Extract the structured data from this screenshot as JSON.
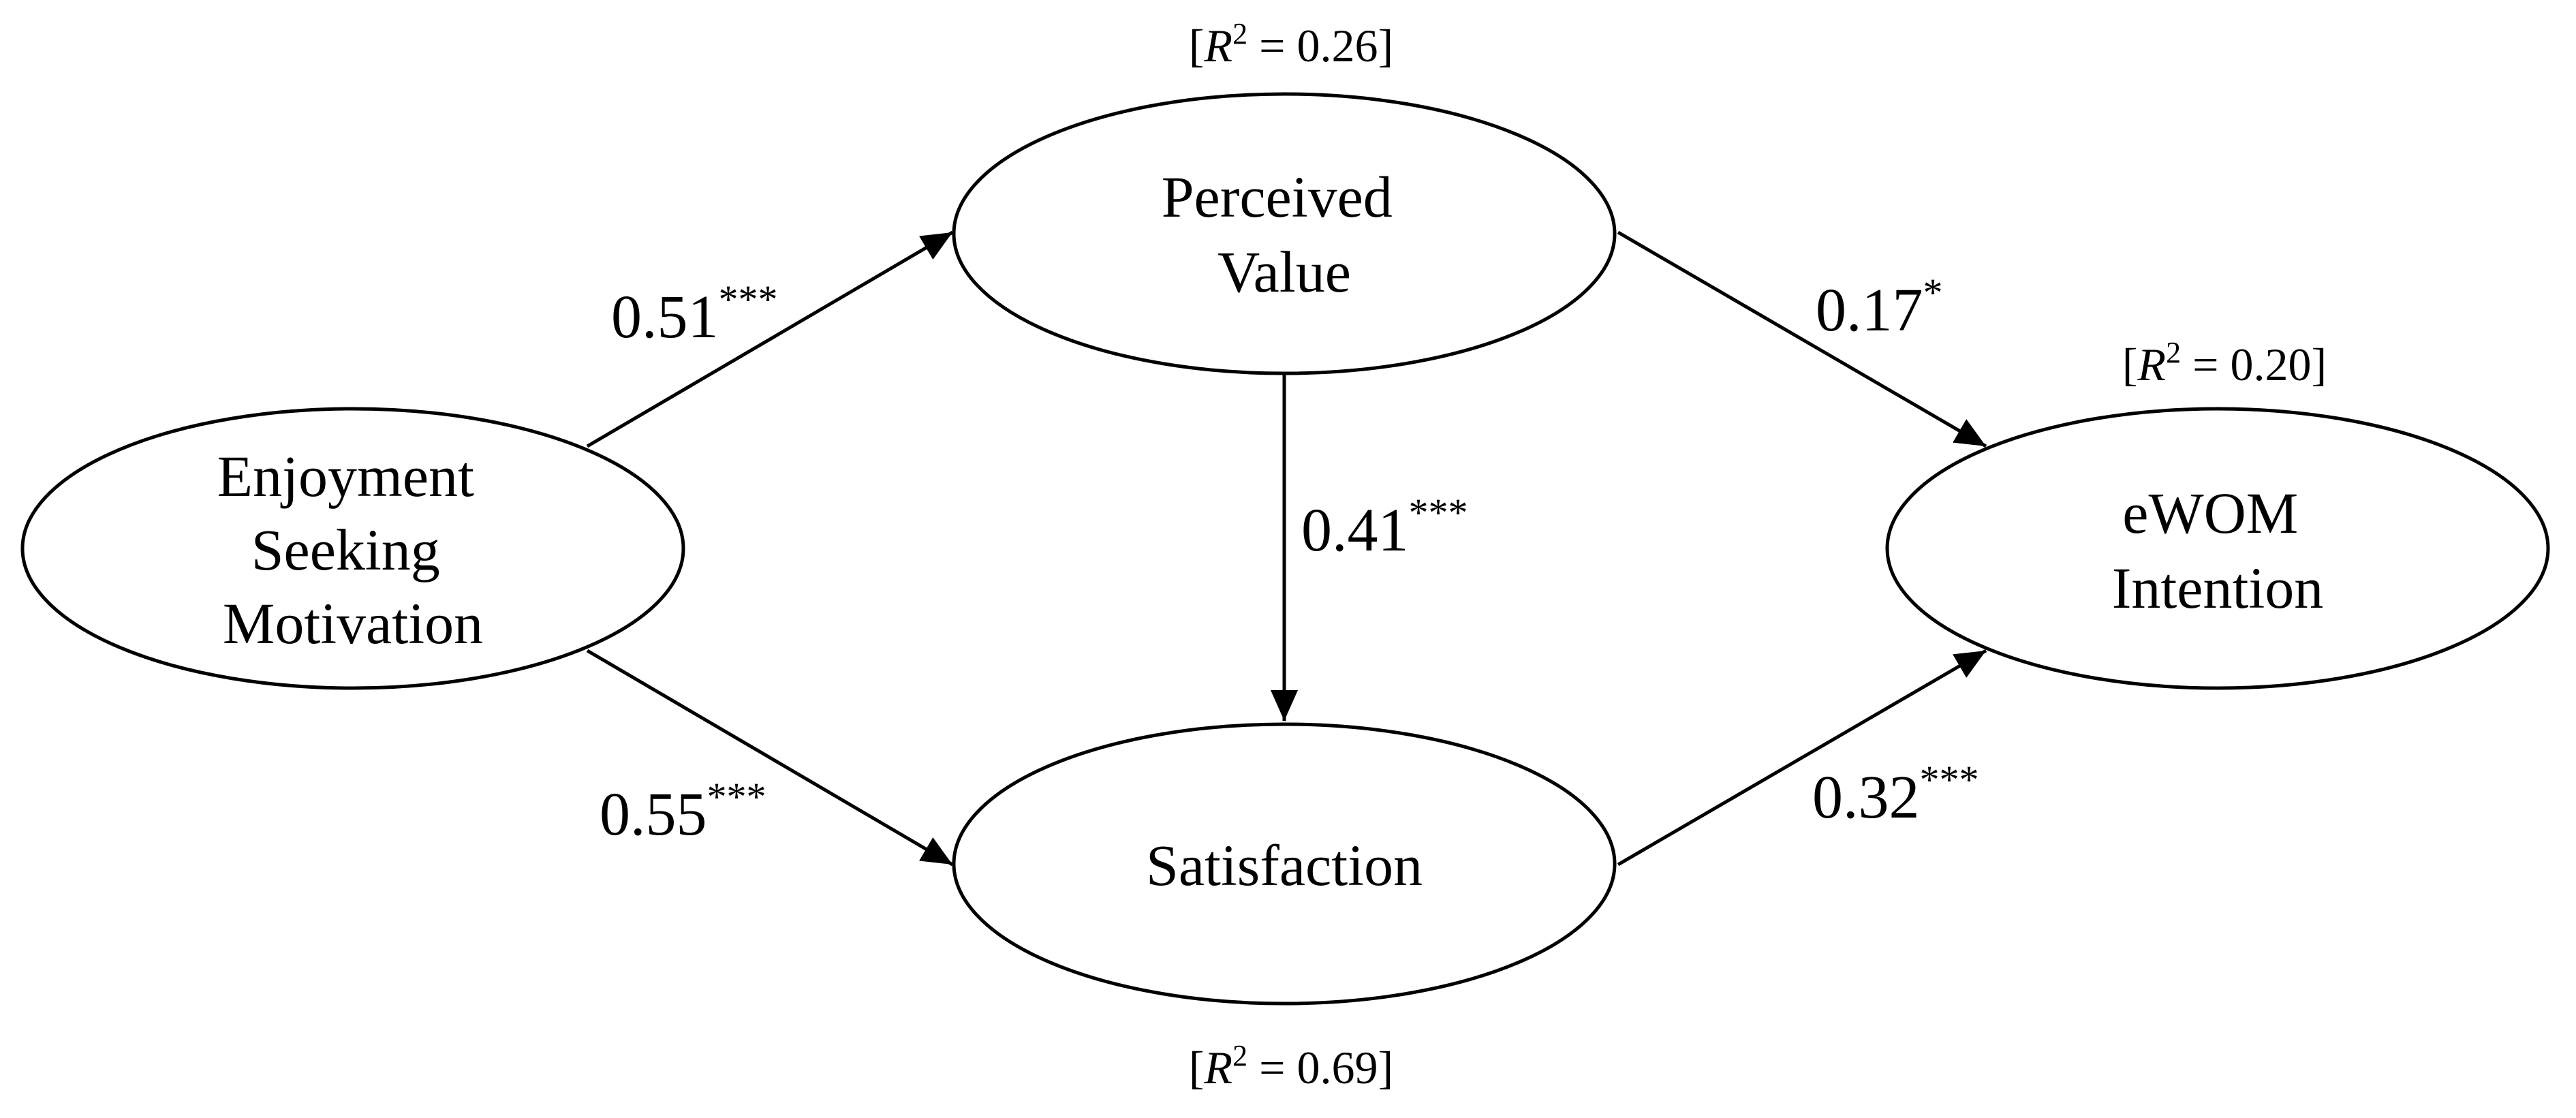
{
  "nodes": {
    "enjoyment": {
      "lines": [
        "Enjoyment",
        "Seeking",
        "Motivation"
      ]
    },
    "perceived": {
      "lines": [
        "Perceived",
        "Value"
      ]
    },
    "satisfaction": {
      "lines": [
        "Satisfaction"
      ]
    },
    "ewom": {
      "lines": [
        "eWOM",
        "Intention"
      ]
    }
  },
  "r_squared": {
    "perceived": {
      "open": "[",
      "symbol": "R",
      "power": "2",
      "rest": " = 0.26]"
    },
    "satisfaction": {
      "open": "[",
      "symbol": "R",
      "power": "2",
      "rest": " = 0.69]"
    },
    "ewom": {
      "open": "[",
      "symbol": "R",
      "power": "2",
      "rest": " = 0.20]"
    }
  },
  "paths": {
    "enjoyment_perceived": {
      "value": "0.51",
      "sig": "***"
    },
    "enjoyment_satisfaction": {
      "value": "0.55",
      "sig": "***"
    },
    "perceived_satisfaction": {
      "value": "0.41",
      "sig": "***"
    },
    "perceived_ewom": {
      "value": "0.17",
      "sig": "*"
    },
    "satisfaction_ewom": {
      "value": "0.32",
      "sig": "***"
    }
  }
}
